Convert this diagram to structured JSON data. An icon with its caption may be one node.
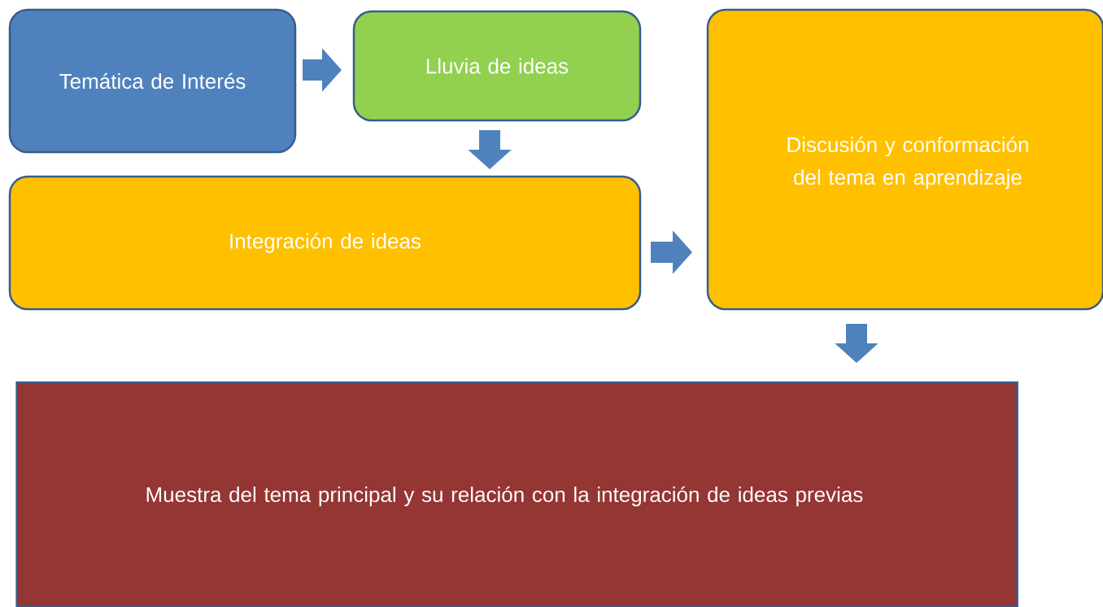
{
  "diagram": {
    "nodes": [
      {
        "text": [
          "Temática de Interés"
        ]
      },
      {
        "text": [
          "Lluvia de ideas"
        ]
      },
      {
        "text": [
          "Integración de ideas"
        ]
      },
      {
        "text": [
          "Discusión y conformación del tema en aprendizaje"
        ]
      },
      {
        "text": [
          "Muestra del tema principal y su relación con la integración de ideas previas"
        ]
      }
    ],
    "edges": [
      {
        "from": 0,
        "to": 1,
        "arrow": "to"
      },
      {
        "from": 1,
        "to": 2,
        "arrow": "to"
      },
      {
        "from": 2,
        "to": 3,
        "arrow": "to"
      },
      {
        "from": 3,
        "to": 4,
        "arrow": "to"
      }
    ]
  }
}
